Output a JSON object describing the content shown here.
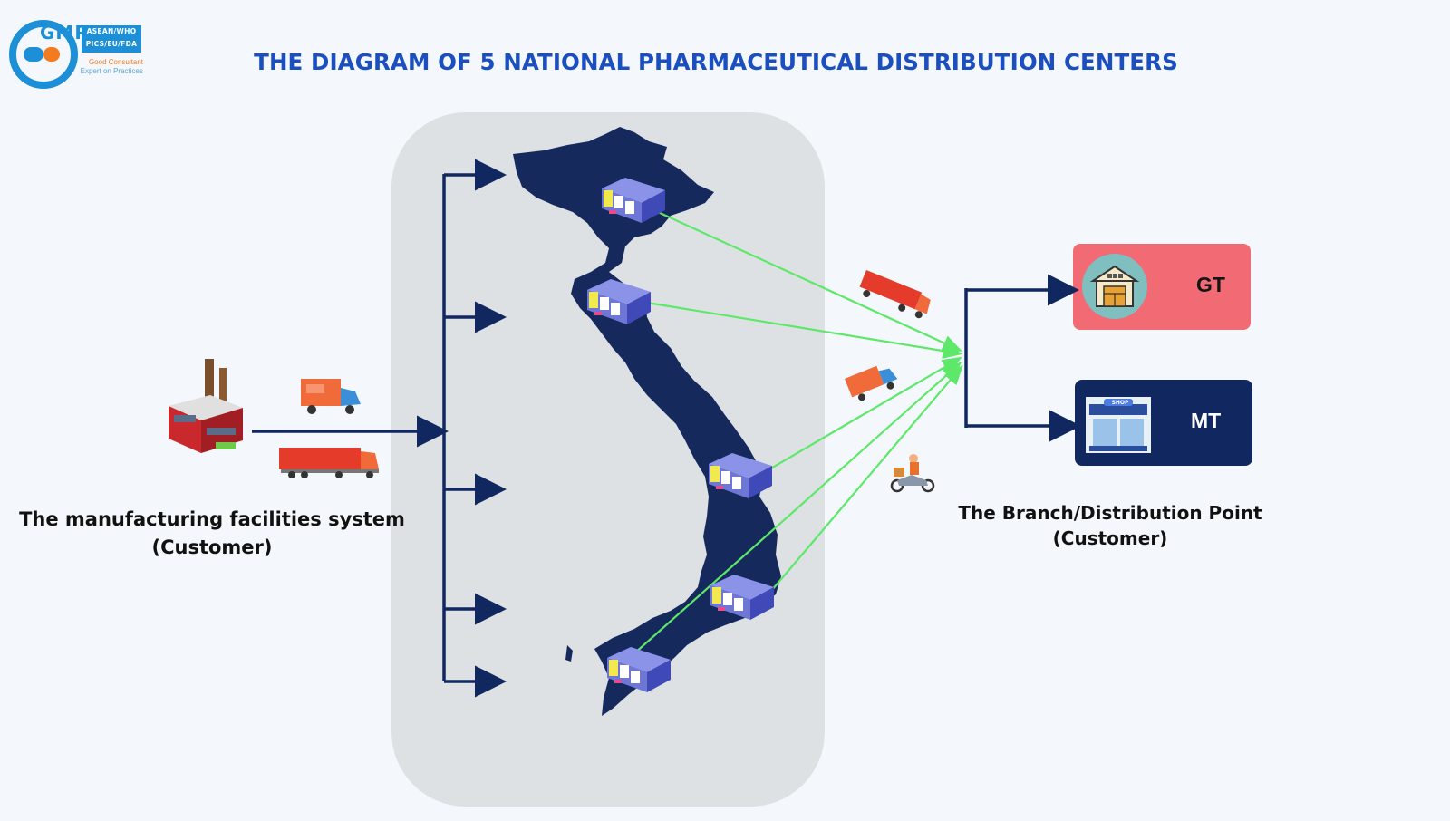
{
  "logo": {
    "letters": "GMP",
    "tag_line1": "ASEAN/WHO",
    "tag_line2": "PICS/EU/FDA",
    "sub_line1": "Good Consultant",
    "sub_line2": "Expert on Practices"
  },
  "title": "THE DIAGRAM OF 5 NATIONAL PHARMACEUTICAL DISTRIBUTION CENTERS",
  "manufacturing": {
    "line1": "The manufacturing facilities system",
    "line2": "(Customer)"
  },
  "branch": {
    "line1": "The Branch/Distribution Point",
    "line2": "(Customer)"
  },
  "channels": {
    "gt": "GT",
    "mt": "MT",
    "shop_sign": "SHOP"
  },
  "colors": {
    "navy": "#10275f",
    "gt_box": "#f26a74",
    "mt_box": "#10275f",
    "title": "#1b4fc0",
    "green_links": "#5ee86a",
    "map": "#16295d"
  },
  "icons": [
    "factory-icon",
    "van-icon",
    "truck-icon",
    "warehouse-icon",
    "motorbike-icon",
    "shop-icon"
  ]
}
